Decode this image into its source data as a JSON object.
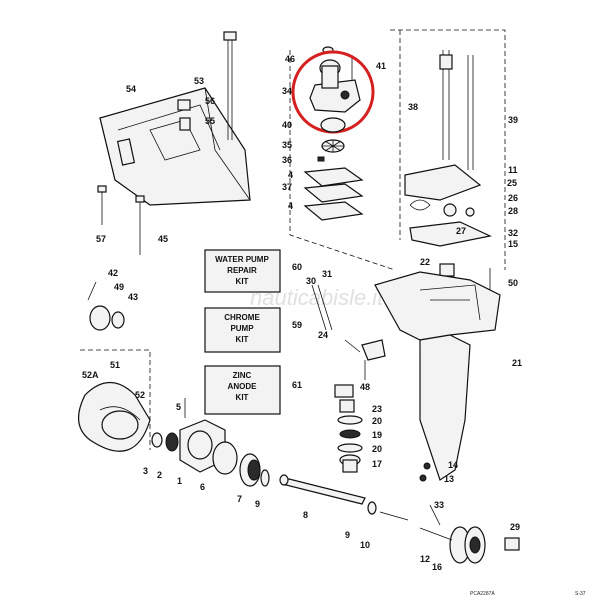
{
  "diagram": {
    "kits": [
      {
        "id": "water_pump",
        "lines": [
          "WATER PUMP",
          "REPAIR",
          "KIT"
        ],
        "number": "60"
      },
      {
        "id": "chrome_pump",
        "lines": [
          "CHROME",
          "PUMP",
          "KIT"
        ],
        "number": "59"
      },
      {
        "id": "zinc_anode",
        "lines": [
          "ZINC",
          "ANODE",
          "KIT"
        ],
        "number": "61"
      }
    ],
    "part_numbers": [
      "46",
      "41",
      "34",
      "40",
      "35",
      "36",
      "4",
      "37",
      "4",
      "53",
      "54",
      "56",
      "55",
      "57",
      "45",
      "38",
      "39",
      "11",
      "25",
      "26",
      "28",
      "27",
      "32",
      "15",
      "22",
      "50",
      "30",
      "31",
      "21",
      "24",
      "48",
      "23",
      "20",
      "19",
      "20",
      "17",
      "14",
      "13",
      "42",
      "49",
      "43",
      "51",
      "52A",
      "52",
      "5",
      "3",
      "2",
      "1",
      "6",
      "7",
      "9",
      "8",
      "9",
      "10",
      "33",
      "12",
      "16",
      "29"
    ],
    "watermark": "nauticabisle.it",
    "footer": {
      "code": "PCA2287A",
      "page": "S-37"
    },
    "highlight_color": "#d62020"
  }
}
